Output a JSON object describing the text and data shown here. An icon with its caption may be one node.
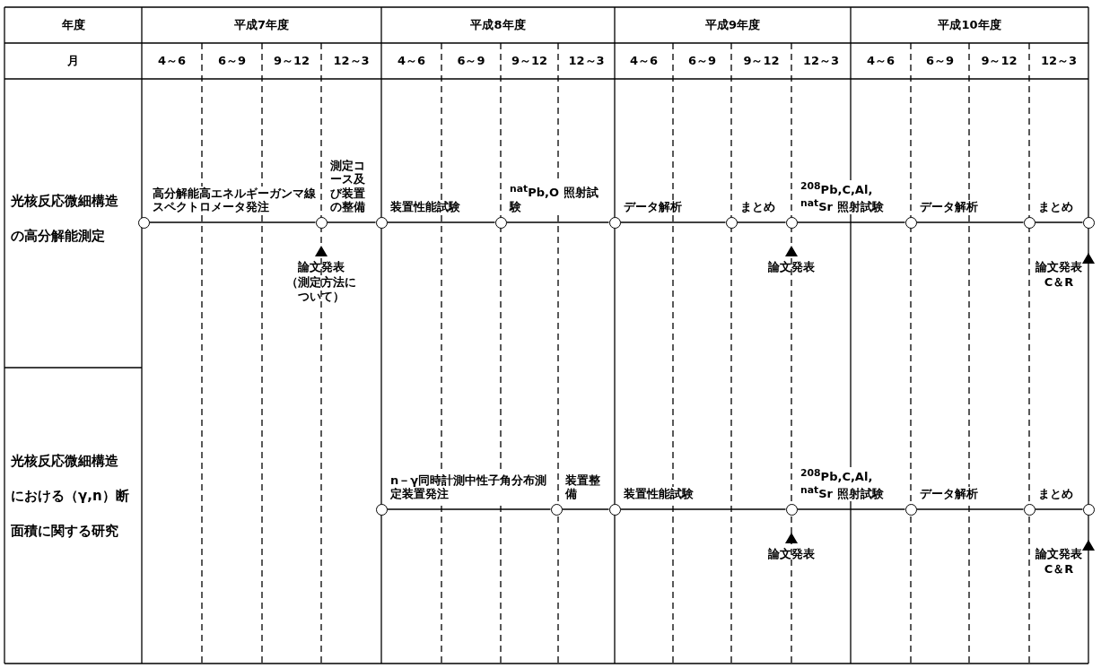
{
  "diagram": {
    "nodes": [
      {
        "text": [],
        "shape": "circle"
      },
      {
        "text": [],
        "shape": "circle"
      },
      {
        "text": [],
        "shape": "circle"
      },
      {
        "text": [],
        "shape": "circle"
      },
      {
        "text": [],
        "shape": "circle"
      },
      {
        "text": [],
        "shape": "circle"
      },
      {
        "text": [],
        "shape": "circle"
      },
      {
        "text": [],
        "shape": "circle"
      },
      {
        "text": [],
        "shape": "circle"
      },
      {
        "text": [],
        "shape": "circle"
      },
      {
        "text": [],
        "shape": "circle"
      },
      {
        "text": [],
        "shape": "circle"
      },
      {
        "text": [],
        "shape": "circle"
      },
      {
        "text": [],
        "shape": "circle"
      },
      {
        "text": [],
        "shape": "circle"
      },
      {
        "text": [],
        "shape": "circle"
      },
      {
        "text": [],
        "shape": "circle"
      }
    ],
    "edges": [
      {
        "from": 0,
        "to": 1,
        "arrow": "none",
        "label": "高分解能高エネルギーガンマ線スペクトロメータ発注"
      },
      {
        "from": 1,
        "to": 2,
        "arrow": "none",
        "label": "測定コース及び装置の整備"
      },
      {
        "from": 2,
        "to": 3,
        "arrow": "none",
        "label": "装置性能試験"
      },
      {
        "from": 3,
        "to": 4,
        "arrow": "none",
        "label": "$^{nat}$Pb,O 照射試験"
      },
      {
        "from": 4,
        "to": 5,
        "arrow": "none",
        "label": "データ解析"
      },
      {
        "from": 5,
        "to": 6,
        "arrow": "none",
        "label": "まとめ"
      },
      {
        "from": 6,
        "to": 7,
        "arrow": "none",
        "label": "$^{208}$Pb,C,Al, $^{nat}$Sr 照射試験"
      },
      {
        "from": 7,
        "to": 8,
        "arrow": "none",
        "label": "データ解析"
      },
      {
        "from": 8,
        "to": 9,
        "arrow": "none",
        "label": "まとめ"
      },
      {
        "from": 10,
        "to": 11,
        "arrow": "none",
        "label": "n－γ同時計測中性子角分布測定装置発注"
      },
      {
        "from": 11,
        "to": 12,
        "arrow": "none",
        "label": "装置整備"
      },
      {
        "from": 12,
        "to": 13,
        "arrow": "none",
        "label": "装置性能試験"
      },
      {
        "from": 13,
        "to": 14,
        "arrow": "none",
        "label": "$^{208}$Pb,C,Al, $^{nat}$Sr 照射試験"
      },
      {
        "from": 14,
        "to": 15,
        "arrow": "none",
        "label": "データ解析"
      },
      {
        "from": 15,
        "to": 16,
        "arrow": "none",
        "label": "まとめ"
      }
    ],
    "labels": [
      "年度",
      "平成7年度",
      "平成8年度",
      "平成9年度",
      "平成10年度",
      "月",
      "4～6",
      "6～9",
      "9～12",
      "12～3",
      "4～6",
      "6～9",
      "9～12",
      "12～3",
      "4～6",
      "6～9",
      "9～12",
      "12～3",
      "4～6",
      "6～9",
      "9～12",
      "12～3",
      "光核反応微細構造の高分解能測定",
      "論文発表",
      "（測定方法について）",
      "論文発表",
      "論文発表",
      "C＆R",
      "光核反応微細構造における（γ,n）断面積に関する研究",
      "論文発表",
      "論文発表",
      "C＆R"
    ]
  }
}
